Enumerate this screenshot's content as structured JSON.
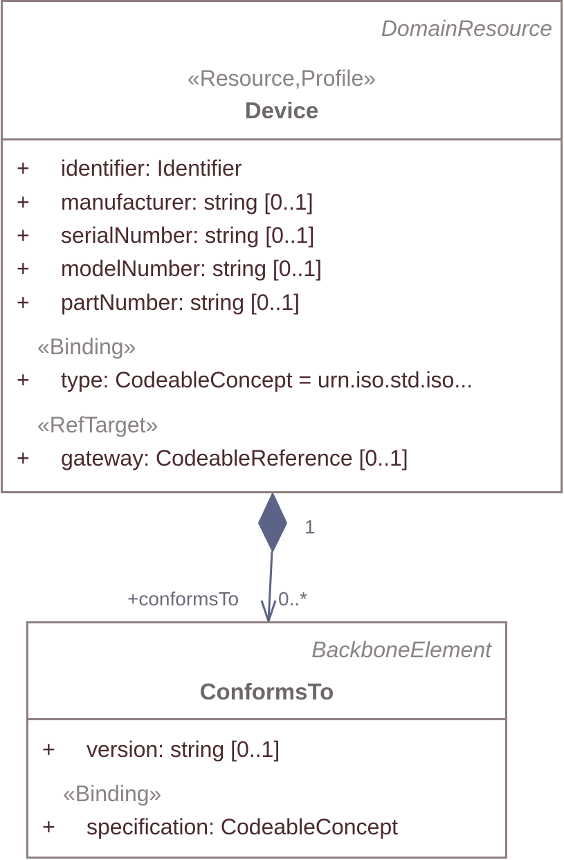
{
  "device": {
    "parent": "DomainResource",
    "stereotype": "«Resource,Profile»",
    "name": "Device",
    "attributes": [
      {
        "vis": "+",
        "text": "identifier: Identifier"
      },
      {
        "vis": "+",
        "text": "manufacturer: string [0..1]"
      },
      {
        "vis": "+",
        "text": "serialNumber: string [0..1]"
      },
      {
        "vis": "+",
        "text": "modelNumber: string [0..1]"
      },
      {
        "vis": "+",
        "text": "partNumber: string [0..1]"
      }
    ],
    "binding_label": "«Binding»",
    "binding_attr": {
      "vis": "+",
      "text": "type: CodeableConcept = urn.iso.std.iso..."
    },
    "reftarget_label": "«RefTarget»",
    "reftarget_attr": {
      "vis": "+",
      "text": "gateway: CodeableReference [0..1]"
    }
  },
  "association": {
    "source_multiplicity": "1",
    "target_role": "+conformsTo",
    "target_multiplicity": "0..*",
    "line_color": "#5b6487"
  },
  "conformsTo": {
    "parent": "BackboneElement",
    "name": "ConformsTo",
    "attributes": [
      {
        "vis": "+",
        "text": "version: string [0..1]"
      }
    ],
    "binding_label": "«Binding»",
    "binding_attr": {
      "vis": "+",
      "text": "specification: CodeableConcept"
    }
  }
}
